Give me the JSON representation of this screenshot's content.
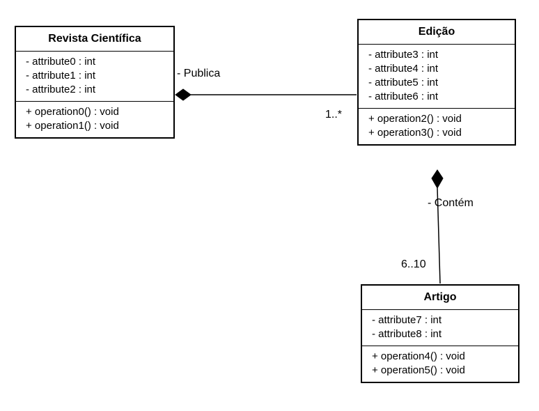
{
  "classes": {
    "revista": {
      "name": "Revista Científica",
      "attributes": [
        "- attribute0 : int",
        "- attribute1 : int",
        "- attribute2 : int"
      ],
      "operations": [
        "+ operation0() : void",
        "+ operation1() : void"
      ]
    },
    "edicao": {
      "name": "Edição",
      "attributes": [
        "- attribute3 : int",
        "- attribute4 : int",
        "- attribute5 : int",
        "- attribute6 : int"
      ],
      "operations": [
        "+ operation2() : void",
        "+ operation3() : void"
      ]
    },
    "artigo": {
      "name": "Artigo",
      "attributes": [
        "- attribute7 : int",
        "- attribute8 : int"
      ],
      "operations": [
        "+ operation4() : void",
        "+ operation5() : void"
      ]
    }
  },
  "associations": {
    "publica": {
      "role": "- Publica",
      "multiplicity": "1..*"
    },
    "contem": {
      "role": "- Contém",
      "multiplicity": "6..10"
    }
  },
  "colors": {
    "line": "#000000",
    "background": "#ffffff"
  }
}
